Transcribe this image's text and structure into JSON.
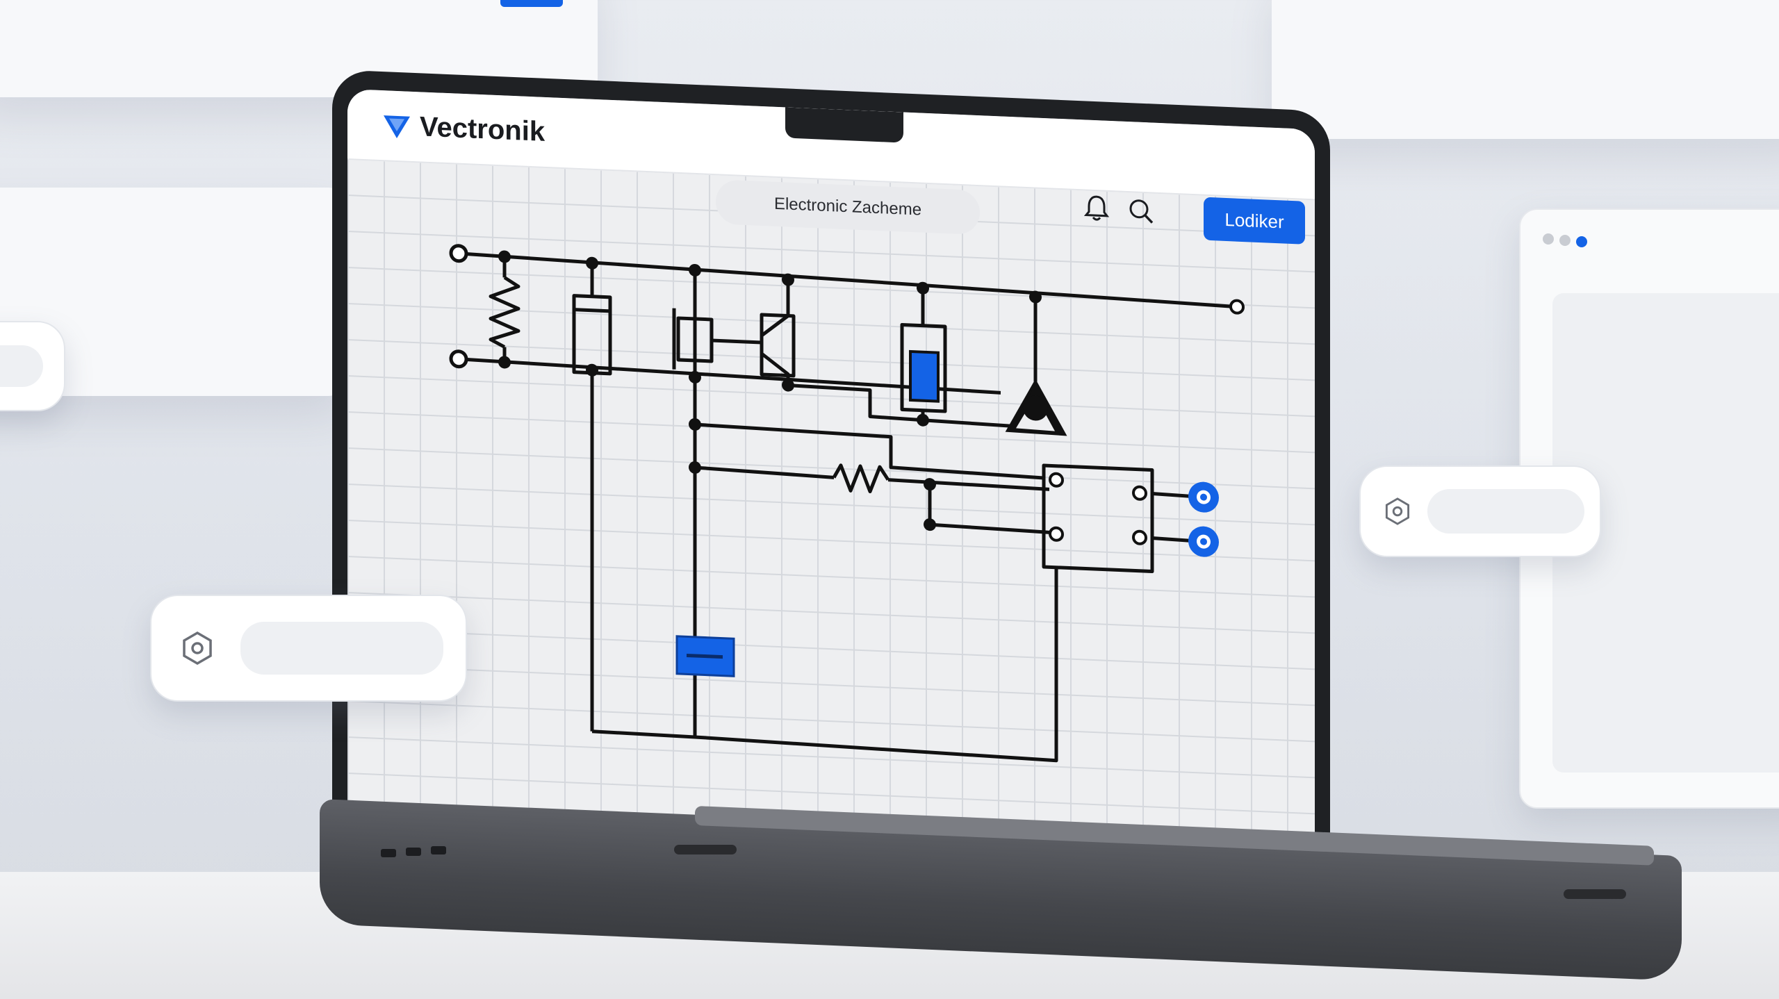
{
  "app": {
    "brand_name": "Vectronik",
    "document_title": "Electronic Zacheme",
    "primary_button_label": "Lodiker"
  },
  "toolbar": {
    "icons": [
      "bell-icon",
      "search-icon"
    ]
  },
  "floating_cards": [
    {
      "icon": "hexagon-settings-icon"
    },
    {
      "icon": "hexagon-settings-icon"
    }
  ],
  "side_window": {
    "dots": [
      "#c9ccd2",
      "#c9ccd2",
      "#1463e6"
    ]
  },
  "colors": {
    "accent": "#1463e6",
    "wire": "#111111",
    "canvas": "#eeeff1"
  }
}
